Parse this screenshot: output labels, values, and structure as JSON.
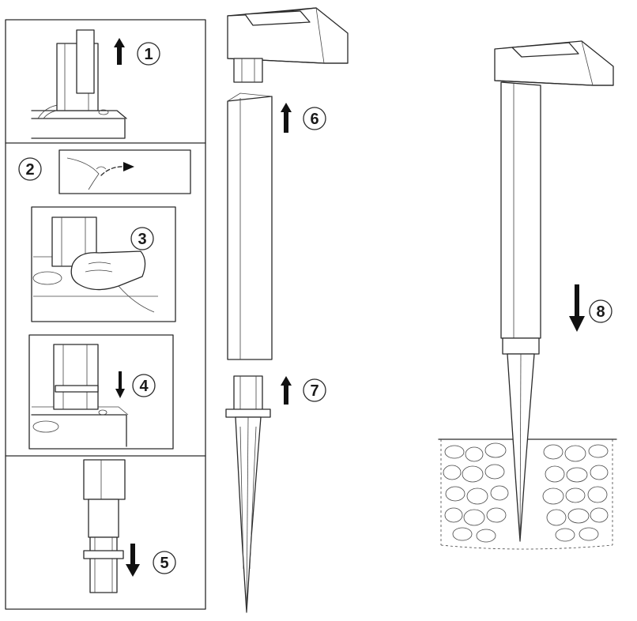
{
  "steps": [
    {
      "id": 1,
      "label": "1",
      "arrow": "up"
    },
    {
      "id": 2,
      "label": "2",
      "arrow": "curved-right"
    },
    {
      "id": 3,
      "label": "3",
      "arrow": "none"
    },
    {
      "id": 4,
      "label": "4",
      "arrow": "down"
    },
    {
      "id": 5,
      "label": "5",
      "arrow": "down"
    },
    {
      "id": 6,
      "label": "6",
      "arrow": "up"
    },
    {
      "id": 7,
      "label": "7",
      "arrow": "up"
    },
    {
      "id": 8,
      "label": "8",
      "arrow": "down"
    }
  ],
  "colors": {
    "line": "#2a2a2a",
    "background": "#ffffff",
    "badge": "#1a1a1a"
  }
}
